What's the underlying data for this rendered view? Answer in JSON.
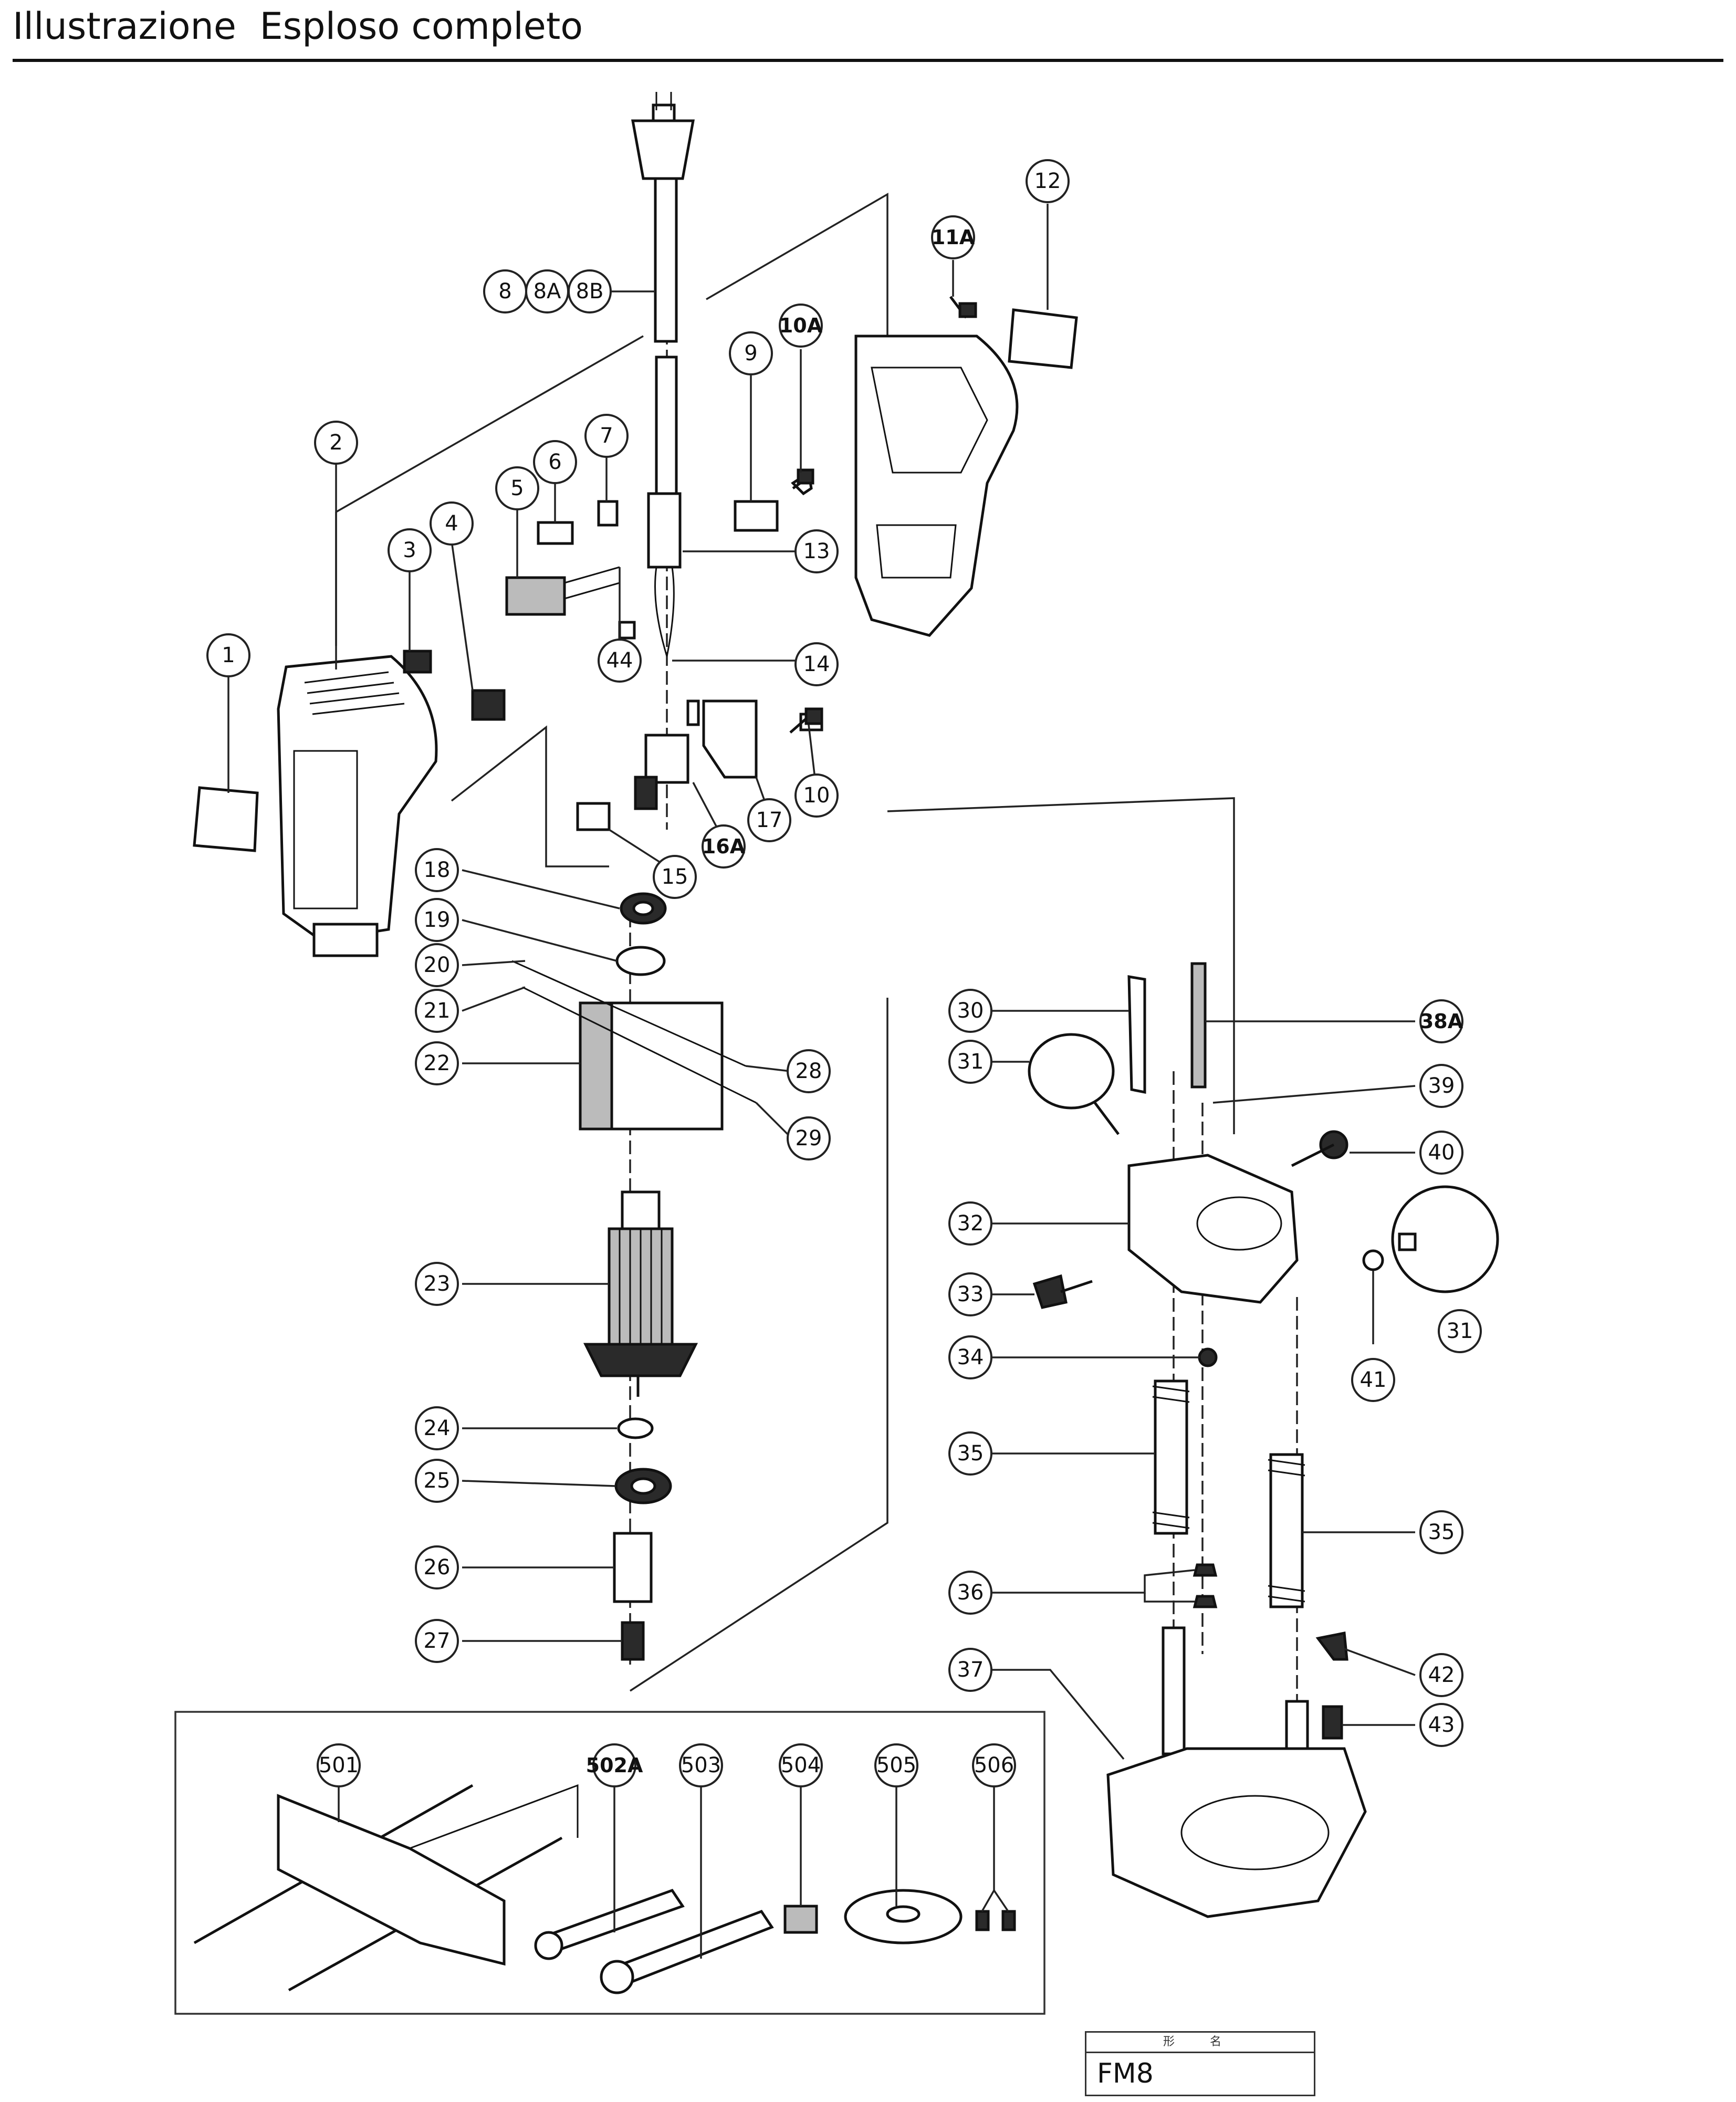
{
  "title": "Illustrazione  Esploso completo",
  "model": {
    "header": "形 名",
    "value": "FM8"
  },
  "callouts": {
    "c1": "1",
    "c2": "2",
    "c3": "3",
    "c4": "4",
    "c5": "5",
    "c6": "6",
    "c7": "7",
    "c8": "8",
    "c8A": "8A",
    "c8B": "8B",
    "c9": "9",
    "c10": "10",
    "c10A": "10A",
    "c11A": "11A",
    "c12": "12",
    "c13": "13",
    "c14": "14",
    "c15": "15",
    "c16A": "16A",
    "c17": "17",
    "c18": "18",
    "c19": "19",
    "c20": "20",
    "c21": "21",
    "c22": "22",
    "c23": "23",
    "c24": "24",
    "c25": "25",
    "c26": "26",
    "c27": "27",
    "c28": "28",
    "c29": "29",
    "c30": "30",
    "c31a": "31",
    "c31b": "31",
    "c32": "32",
    "c33": "33",
    "c34": "34",
    "c35a": "35",
    "c35b": "35",
    "c36": "36",
    "c37": "37",
    "c38A": "38A",
    "c39": "39",
    "c40": "40",
    "c41": "41",
    "c42": "42",
    "c43": "43",
    "c44": "44",
    "c501": "501",
    "c502A": "502A",
    "c503": "503",
    "c504": "504",
    "c505": "505",
    "c506": "506"
  }
}
